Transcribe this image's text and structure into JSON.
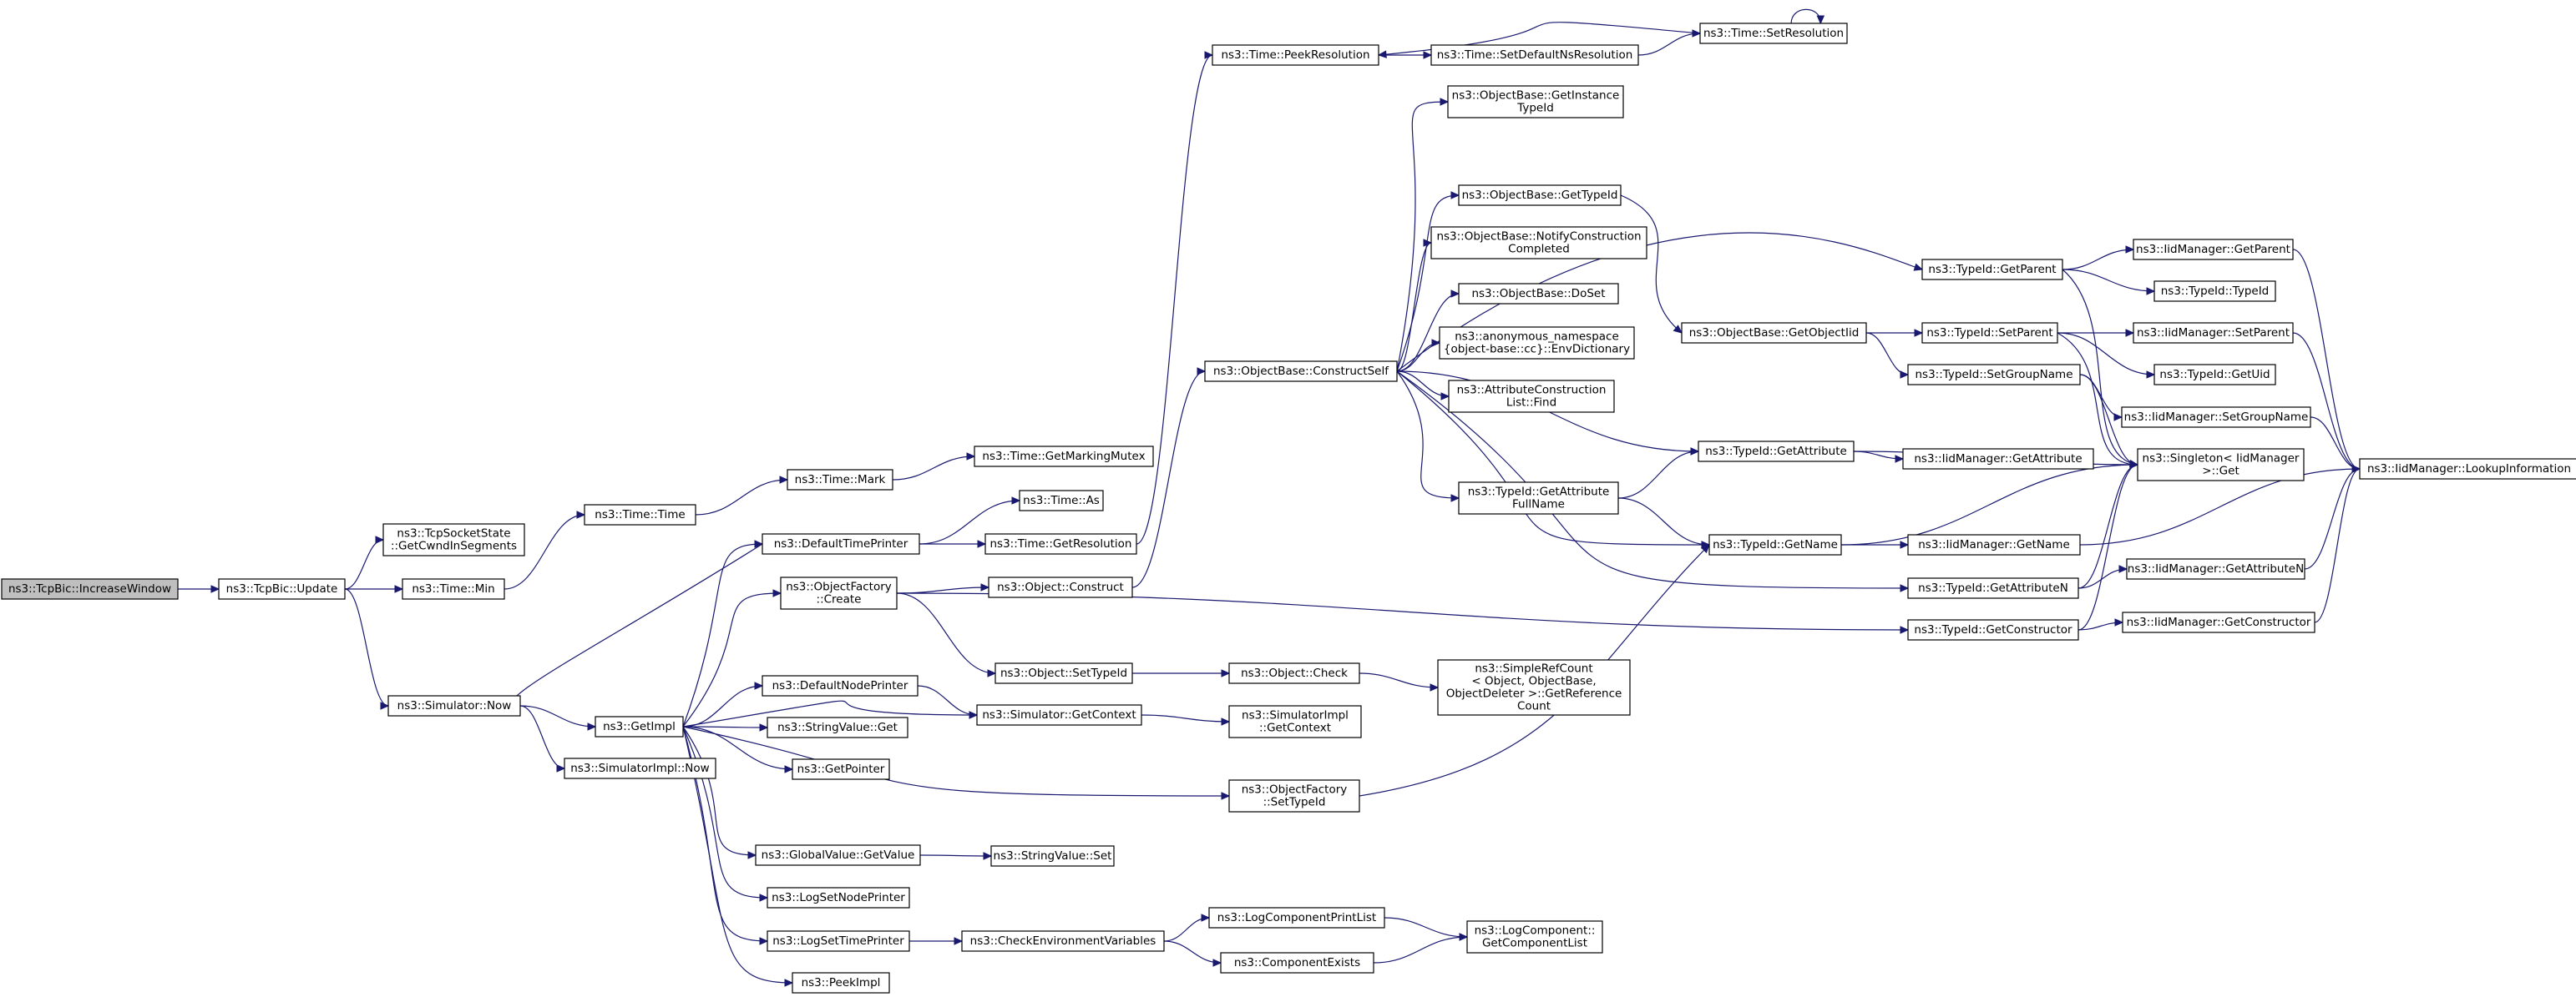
{
  "diagram": {
    "type": "call-graph",
    "edge_color": "#191970",
    "root_fill": "#bfbfbf",
    "nodes": [
      {
        "id": "n0",
        "lines": [
          "ns3::TcpBic::IncreaseWindow"
        ],
        "root": true
      },
      {
        "id": "n1",
        "lines": [
          "ns3::TcpBic::Update"
        ]
      },
      {
        "id": "n2",
        "lines": [
          "ns3::TcpSocketState",
          "::GetCwndInSegments"
        ]
      },
      {
        "id": "n3",
        "lines": [
          "ns3::Time::Min"
        ]
      },
      {
        "id": "n4",
        "lines": [
          "ns3::Simulator::Now"
        ]
      },
      {
        "id": "n5",
        "lines": [
          "ns3::Time::Time"
        ]
      },
      {
        "id": "n6",
        "lines": [
          "ns3::Time::Mark"
        ]
      },
      {
        "id": "n7",
        "lines": [
          "ns3::Time::GetMarkingMutex"
        ]
      },
      {
        "id": "n8",
        "lines": [
          "ns3::GetImpl"
        ]
      },
      {
        "id": "n9",
        "lines": [
          "ns3::SimulatorImpl::Now"
        ]
      },
      {
        "id": "n10",
        "lines": [
          "ns3::DefaultTimePrinter"
        ]
      },
      {
        "id": "n11",
        "lines": [
          "ns3::Time::As"
        ]
      },
      {
        "id": "n12",
        "lines": [
          "ns3::Time::GetResolution"
        ]
      },
      {
        "id": "n13",
        "lines": [
          "ns3::Time::PeekResolution"
        ]
      },
      {
        "id": "n14",
        "lines": [
          "ns3::Time::SetDefaultNsResolution"
        ]
      },
      {
        "id": "n15",
        "lines": [
          "ns3::Time::SetResolution"
        ]
      },
      {
        "id": "n16",
        "lines": [
          "ns3::ObjectFactory",
          "::Create"
        ]
      },
      {
        "id": "n17",
        "lines": [
          "ns3::Object::Construct"
        ]
      },
      {
        "id": "n18",
        "lines": [
          "ns3::ObjectBase::ConstructSelf"
        ]
      },
      {
        "id": "n19",
        "lines": [
          "ns3::ObjectBase::GetInstance",
          "TypeId"
        ]
      },
      {
        "id": "n20",
        "lines": [
          "ns3::ObjectBase::GetTypeId"
        ]
      },
      {
        "id": "n21",
        "lines": [
          "ns3::ObjectBase::NotifyConstruction",
          "Completed"
        ]
      },
      {
        "id": "n22",
        "lines": [
          "ns3::ObjectBase::DoSet"
        ]
      },
      {
        "id": "n23",
        "lines": [
          "ns3::anonymous_namespace",
          "{object-base::cc}::EnvDictionary"
        ]
      },
      {
        "id": "n24",
        "lines": [
          "ns3::AttributeConstruction",
          "List::Find"
        ]
      },
      {
        "id": "n25",
        "lines": [
          "ns3::TypeId::GetAttribute",
          "FullName"
        ]
      },
      {
        "id": "n26",
        "lines": [
          "ns3::ObjectBase::GetObjectIid"
        ]
      },
      {
        "id": "n27",
        "lines": [
          "ns3::TypeId::GetAttribute"
        ]
      },
      {
        "id": "n28",
        "lines": [
          "ns3::TypeId::GetName"
        ]
      },
      {
        "id": "n29",
        "lines": [
          "ns3::TypeId::GetParent"
        ]
      },
      {
        "id": "n30",
        "lines": [
          "ns3::TypeId::SetParent"
        ]
      },
      {
        "id": "n31",
        "lines": [
          "ns3::TypeId::SetGroupName"
        ]
      },
      {
        "id": "n32",
        "lines": [
          "ns3::TypeId::GetAttributeN"
        ]
      },
      {
        "id": "n33",
        "lines": [
          "ns3::TypeId::GetConstructor"
        ]
      },
      {
        "id": "n34",
        "lines": [
          "ns3::IidManager::GetParent"
        ]
      },
      {
        "id": "n35",
        "lines": [
          "ns3::TypeId::TypeId"
        ]
      },
      {
        "id": "n36",
        "lines": [
          "ns3::IidManager::SetParent"
        ]
      },
      {
        "id": "n37",
        "lines": [
          "ns3::TypeId::GetUid"
        ]
      },
      {
        "id": "n38",
        "lines": [
          "ns3::IidManager::SetGroupName"
        ]
      },
      {
        "id": "n39",
        "lines": [
          "ns3::IidManager::GetAttribute"
        ]
      },
      {
        "id": "n40",
        "lines": [
          "ns3::Singleton< IidManager",
          " >::Get"
        ]
      },
      {
        "id": "n41",
        "lines": [
          "ns3::IidManager::GetName"
        ]
      },
      {
        "id": "n42",
        "lines": [
          "ns3::IidManager::GetAttributeN"
        ]
      },
      {
        "id": "n43",
        "lines": [
          "ns3::IidManager::GetConstructor"
        ]
      },
      {
        "id": "n44",
        "lines": [
          "ns3::IidManager::LookupInformation"
        ]
      },
      {
        "id": "n45",
        "lines": [
          "ns3::Object::SetTypeId"
        ]
      },
      {
        "id": "n46",
        "lines": [
          "ns3::Object::Check"
        ]
      },
      {
        "id": "n47",
        "lines": [
          "ns3::SimpleRefCount",
          "< Object, ObjectBase,",
          " ObjectDeleter >::GetReference",
          "Count"
        ]
      },
      {
        "id": "n48",
        "lines": [
          "ns3::DefaultNodePrinter"
        ]
      },
      {
        "id": "n49",
        "lines": [
          "ns3::Simulator::GetContext"
        ]
      },
      {
        "id": "n50",
        "lines": [
          "ns3::SimulatorImpl",
          "::GetContext"
        ]
      },
      {
        "id": "n51",
        "lines": [
          "ns3::StringValue::Get"
        ]
      },
      {
        "id": "n52",
        "lines": [
          "ns3::GetPointer"
        ]
      },
      {
        "id": "n53",
        "lines": [
          "ns3::ObjectFactory",
          "::SetTypeId"
        ]
      },
      {
        "id": "n54",
        "lines": [
          "ns3::GlobalValue::GetValue"
        ]
      },
      {
        "id": "n55",
        "lines": [
          "ns3::StringValue::Set"
        ]
      },
      {
        "id": "n56",
        "lines": [
          "ns3::LogSetNodePrinter"
        ]
      },
      {
        "id": "n57",
        "lines": [
          "ns3::LogSetTimePrinter"
        ]
      },
      {
        "id": "n58",
        "lines": [
          "ns3::CheckEnvironmentVariables"
        ]
      },
      {
        "id": "n59",
        "lines": [
          "ns3::LogComponentPrintList"
        ]
      },
      {
        "id": "n60",
        "lines": [
          "ns3::ComponentExists"
        ]
      },
      {
        "id": "n61",
        "lines": [
          "ns3::LogComponent::",
          "GetComponentList"
        ]
      },
      {
        "id": "n62",
        "lines": [
          "ns3::PeekImpl"
        ]
      }
    ],
    "edges": [
      [
        "n0",
        "n1"
      ],
      [
        "n1",
        "n2"
      ],
      [
        "n1",
        "n3"
      ],
      [
        "n1",
        "n4"
      ],
      [
        "n3",
        "n5"
      ],
      [
        "n5",
        "n6"
      ],
      [
        "n6",
        "n7"
      ],
      [
        "n4",
        "n8"
      ],
      [
        "n4",
        "n9"
      ],
      [
        "n8",
        "n10"
      ],
      [
        "n10",
        "n4"
      ],
      [
        "n10",
        "n11"
      ],
      [
        "n10",
        "n12"
      ],
      [
        "n12",
        "n13"
      ],
      [
        "n13",
        "n14"
      ],
      [
        "n14",
        "n15"
      ],
      [
        "n15",
        "n13"
      ],
      [
        "n15",
        "n15"
      ],
      [
        "n8",
        "n16"
      ],
      [
        "n16",
        "n17"
      ],
      [
        "n17",
        "n18"
      ],
      [
        "n18",
        "n19"
      ],
      [
        "n18",
        "n20"
      ],
      [
        "n18",
        "n21"
      ],
      [
        "n18",
        "n22"
      ],
      [
        "n18",
        "n23"
      ],
      [
        "n18",
        "n24"
      ],
      [
        "n18",
        "n25"
      ],
      [
        "n18",
        "n27"
      ],
      [
        "n18",
        "n28"
      ],
      [
        "n18",
        "n29"
      ],
      [
        "n18",
        "n32"
      ],
      [
        "n20",
        "n26"
      ],
      [
        "n26",
        "n30"
      ],
      [
        "n26",
        "n31"
      ],
      [
        "n25",
        "n27"
      ],
      [
        "n25",
        "n28"
      ],
      [
        "n27",
        "n39"
      ],
      [
        "n27",
        "n40"
      ],
      [
        "n28",
        "n40"
      ],
      [
        "n28",
        "n41"
      ],
      [
        "n29",
        "n34"
      ],
      [
        "n29",
        "n35"
      ],
      [
        "n29",
        "n40"
      ],
      [
        "n30",
        "n36"
      ],
      [
        "n30",
        "n37"
      ],
      [
        "n30",
        "n40"
      ],
      [
        "n31",
        "n38"
      ],
      [
        "n31",
        "n40"
      ],
      [
        "n32",
        "n40"
      ],
      [
        "n32",
        "n42"
      ],
      [
        "n33",
        "n40"
      ],
      [
        "n33",
        "n43"
      ],
      [
        "n34",
        "n44"
      ],
      [
        "n36",
        "n44"
      ],
      [
        "n38",
        "n44"
      ],
      [
        "n41",
        "n44"
      ],
      [
        "n42",
        "n44"
      ],
      [
        "n43",
        "n44"
      ],
      [
        "n16",
        "n33"
      ],
      [
        "n16",
        "n45"
      ],
      [
        "n45",
        "n46"
      ],
      [
        "n46",
        "n47"
      ],
      [
        "n8",
        "n48"
      ],
      [
        "n8",
        "n49"
      ],
      [
        "n48",
        "n49"
      ],
      [
        "n49",
        "n50"
      ],
      [
        "n8",
        "n51"
      ],
      [
        "n8",
        "n52"
      ],
      [
        "n8",
        "n53"
      ],
      [
        "n53",
        "n28"
      ],
      [
        "n8",
        "n54"
      ],
      [
        "n54",
        "n55"
      ],
      [
        "n8",
        "n56"
      ],
      [
        "n8",
        "n57"
      ],
      [
        "n57",
        "n58"
      ],
      [
        "n58",
        "n59"
      ],
      [
        "n58",
        "n60"
      ],
      [
        "n59",
        "n61"
      ],
      [
        "n60",
        "n61"
      ],
      [
        "n8",
        "n62"
      ]
    ]
  }
}
